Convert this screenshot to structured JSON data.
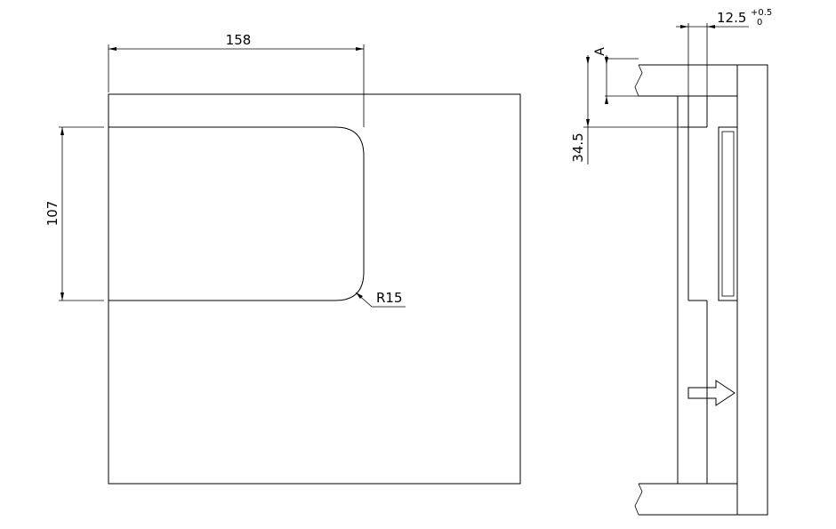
{
  "front_view": {
    "width_dim": "158",
    "height_dim": "107",
    "radius_note": "R15"
  },
  "side_view": {
    "thickness_dim": "12.5",
    "tolerance_upper": "+0.5",
    "tolerance_lower": "0",
    "offset_label": "A",
    "height_dim": "34.5"
  }
}
